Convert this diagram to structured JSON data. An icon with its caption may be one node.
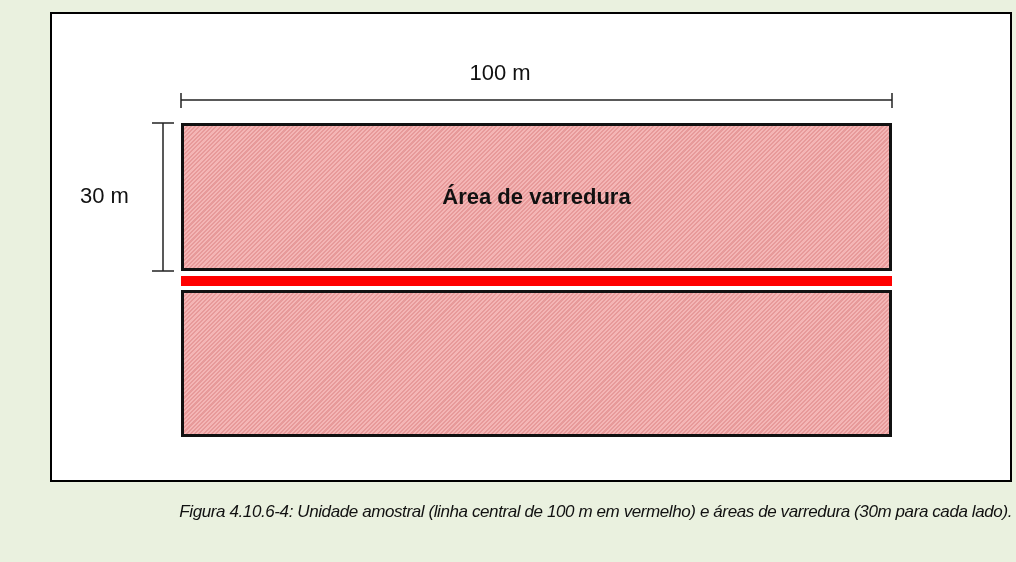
{
  "diagram": {
    "caption": "Figura 4.10.6-4: Unidade amostral (linha central de 100 m em vermelho) e áreas de varredura (30m para cada lado).",
    "nodes": [
      {
        "text": [
          "Área de varredura"
        ]
      },
      {
        "text": [],
        "shape": "bar"
      },
      {
        "text": [],
        "shape": "box"
      }
    ],
    "labels": [
      "100 m",
      "30 m"
    ]
  }
}
